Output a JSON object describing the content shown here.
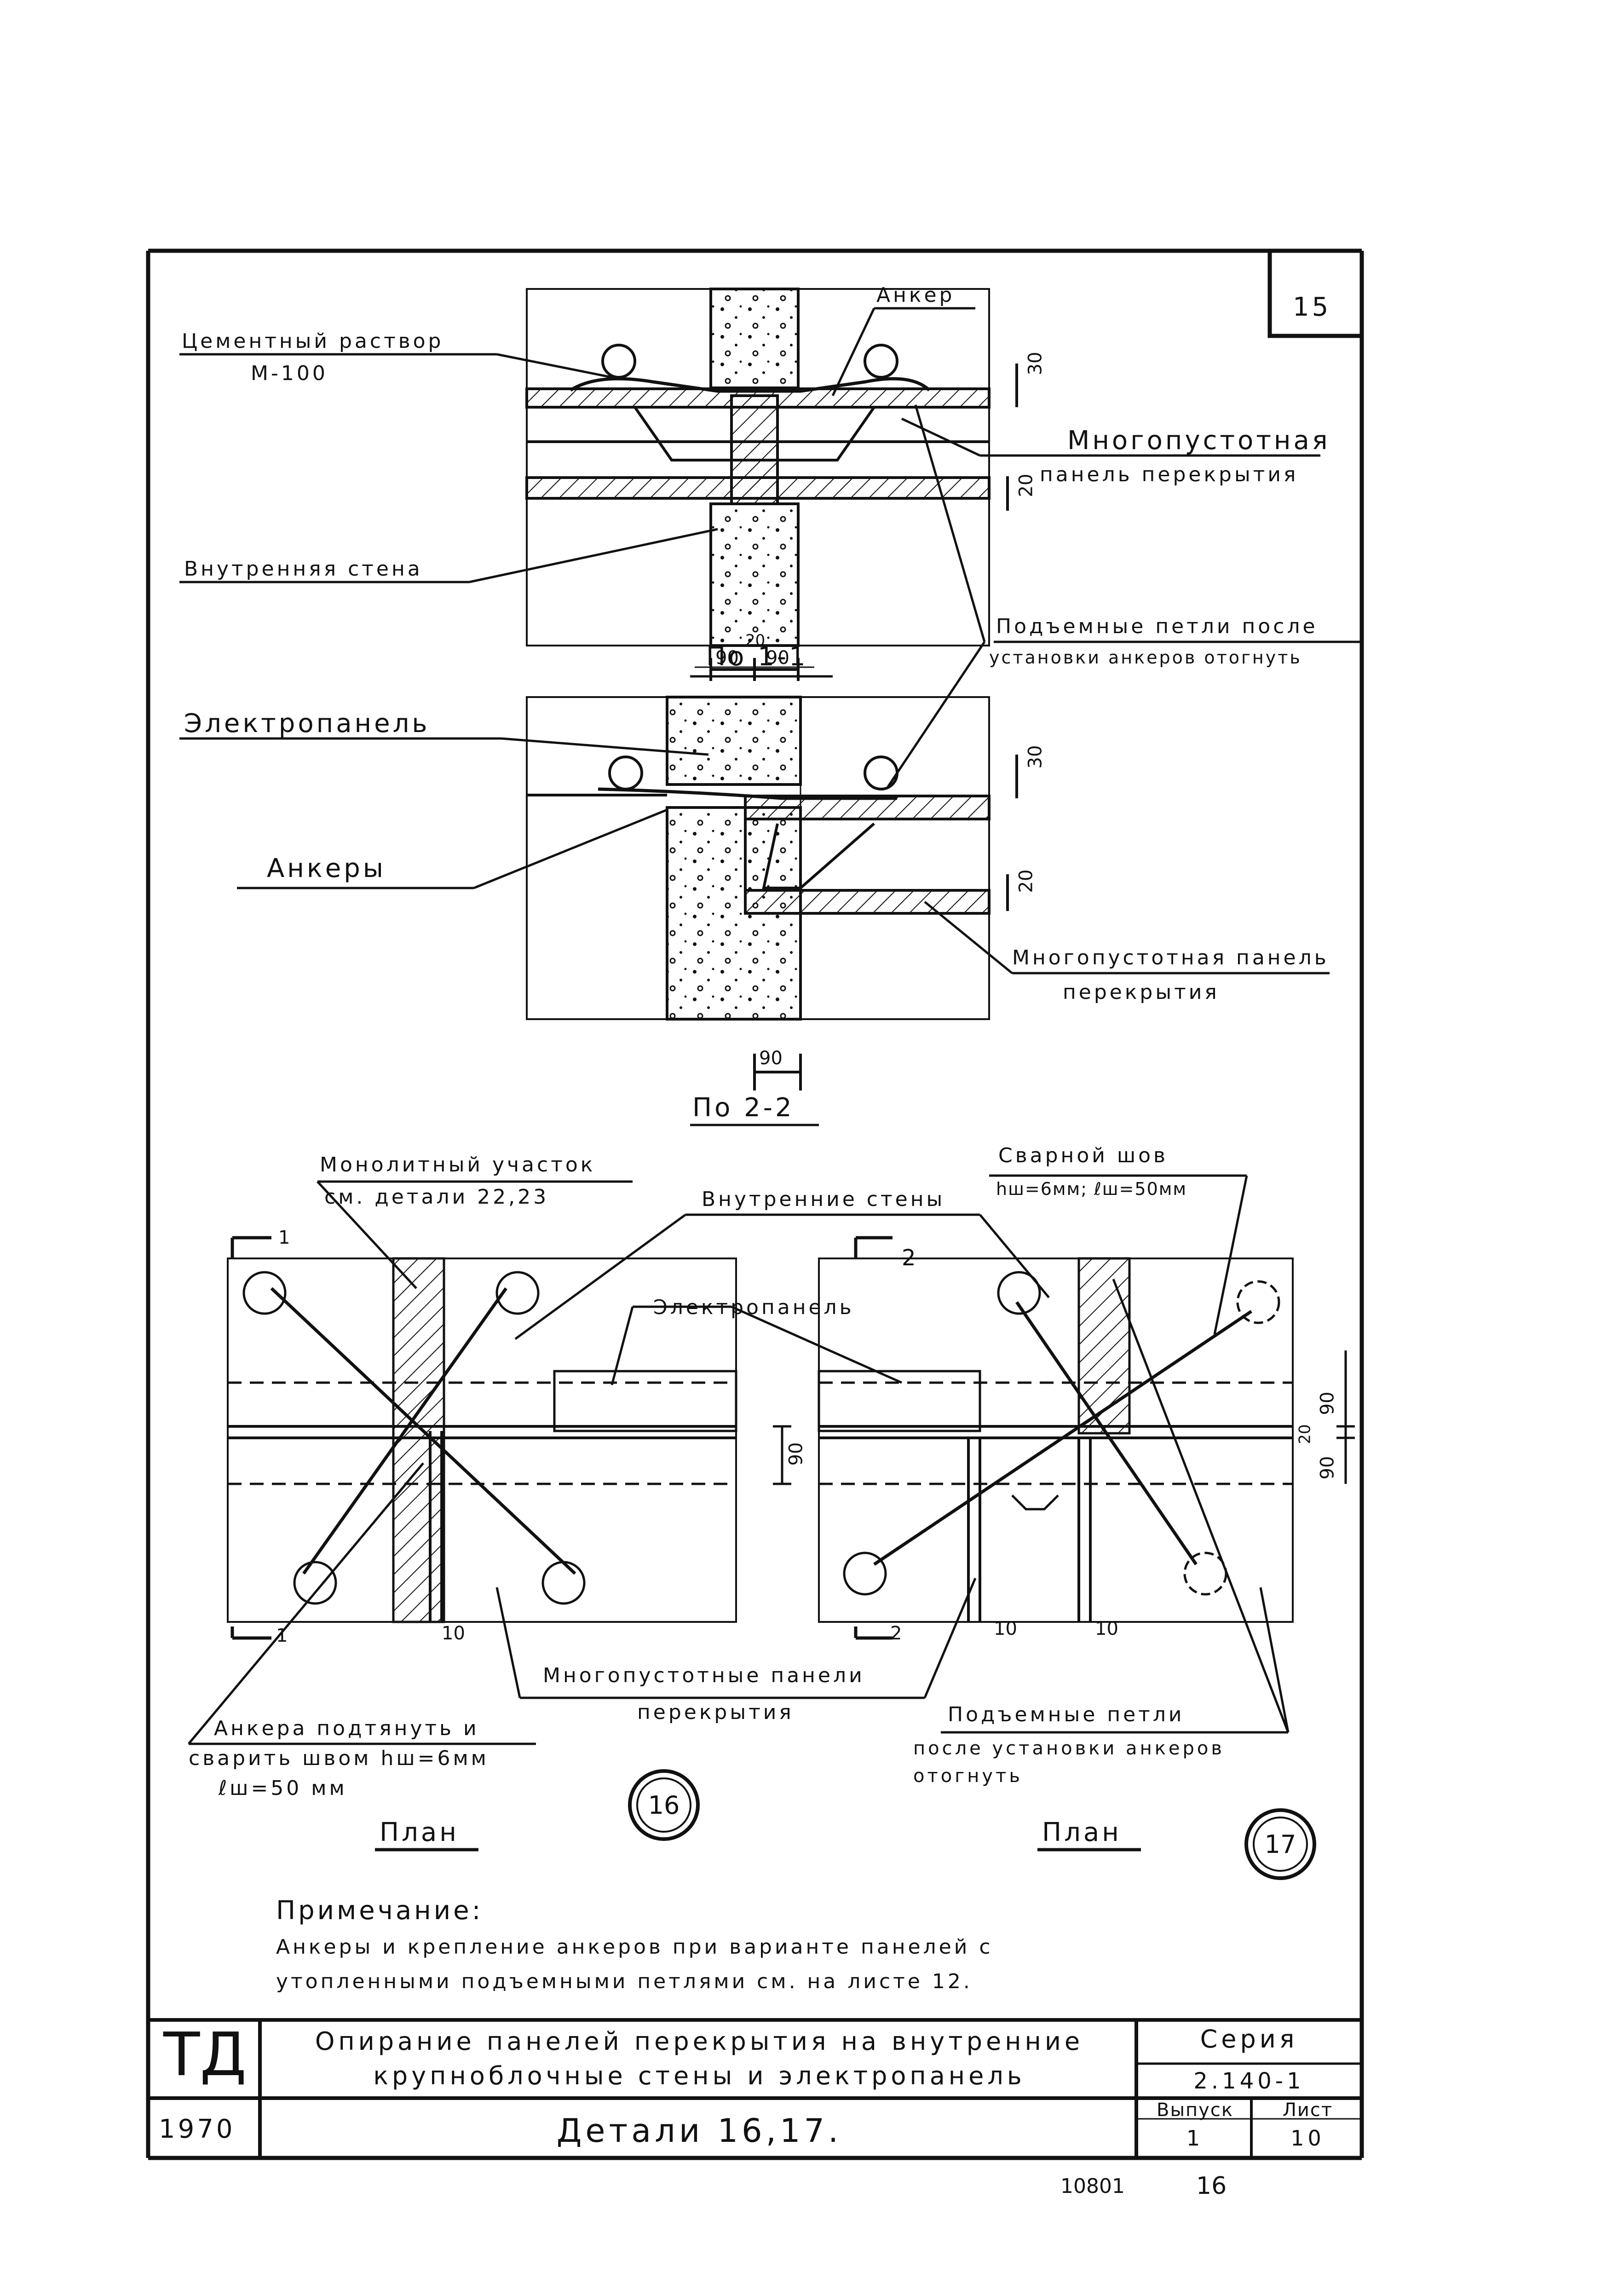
{
  "sheet": {
    "corner_number": "15",
    "bottom_code": "10801",
    "bottom_page": "16"
  },
  "section_1_1": {
    "label_anchor": "Анкер",
    "label_mortar_1": "Цементный раствор",
    "label_mortar_2": "М-100",
    "label_panel_1": "Многопустотная",
    "label_panel_2": "панель перекрытия",
    "label_wall": "Внутренняя стена",
    "dim_30": "30",
    "dim_20": "20",
    "dim_left": "90",
    "dim_mid": "20",
    "dim_right": "90",
    "title": "По 1-1"
  },
  "shared_note_1": "Подъемные петли после",
  "shared_note_2": "установки анкеров отогнуть",
  "section_2_2": {
    "label_electro": "Электропанель",
    "label_anchors": "Анкеры",
    "label_panel_1": "Многопустотная панель",
    "label_panel_2": "перекрытия",
    "dim_30": "30",
    "dim_20": "20",
    "dim_90": "90",
    "title": "По 2-2"
  },
  "plans": {
    "monolith_1": "Монолитный участок",
    "monolith_2": "см. детали 22,23",
    "inner_walls": "Внутренние стены",
    "weld_1": "Сварной шов",
    "weld_2": "hш=6мм; ℓш=50мм",
    "electro": "Электропанель",
    "hollow_1": "Многопустотные панели",
    "hollow_2": "перекрытия",
    "anchor_note_1": "Анкера подтянуть и",
    "anchor_note_2": "сварить швом hш=6мм",
    "anchor_note_3": "ℓш=50 мм",
    "lift_1": "Подъемные петли",
    "lift_2": "после установки анкеров",
    "lift_3": "отогнуть",
    "cut_1_top": "1",
    "cut_1_bottom": "1",
    "cut_2_top": "2",
    "cut_2_bottom": "2",
    "dim_90": "90",
    "dim_10a": "10",
    "dim_10b": "10",
    "dim_10c": "10",
    "dim_right_90a": "90",
    "dim_right_20": "20",
    "dim_right_90b": "90",
    "plan_left": "План",
    "plan_right": "План",
    "detail_16": "16",
    "detail_17": "17"
  },
  "note": {
    "heading": "Примечание:",
    "line1": "Анкеры и крепление анкеров при варианте панелей с",
    "line2": "утопленными подъемными петлями см. на листе 12."
  },
  "title_block": {
    "code": "ТД",
    "year": "1970",
    "title_1": "Опирание панелей перекрытия на внутренние",
    "title_2": "крупноблочные стены и электропанель",
    "title_3": "Детали 16,17.",
    "series_label": "Серия",
    "series_value": "2.140-1",
    "issue_label": "Выпуск",
    "issue_value": "1",
    "sheet_label": "Лист",
    "sheet_value": "10"
  }
}
